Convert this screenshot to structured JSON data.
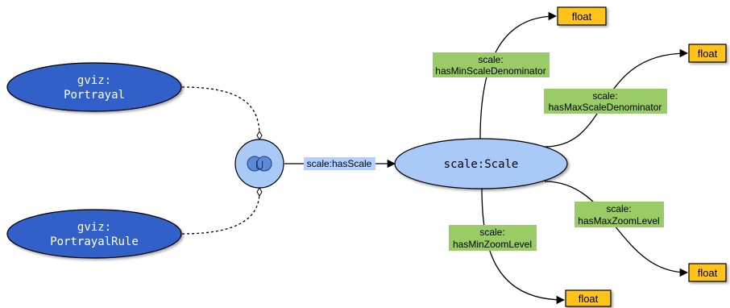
{
  "nodes": {
    "portrayal": {
      "line1": "gviz:",
      "line2": "Portrayal"
    },
    "portrayal_rule": {
      "line1": "gviz:",
      "line2": "PortrayalRule"
    },
    "union_symbol": "⋃",
    "scale": {
      "label": "scale:Scale"
    },
    "float_top": "float",
    "float_right_top": "float",
    "float_right_bottom": "float",
    "float_bottom": "float"
  },
  "edges": {
    "has_scale": "scale:hasScale",
    "has_min_scale": {
      "line1": "scale:",
      "line2": "hasMinScaleDenominator"
    },
    "has_max_scale": {
      "line1": "scale:",
      "line2": "hasMaxScaleDenominator"
    },
    "has_max_zoom": {
      "line1": "scale:",
      "line2": "hasMaxZoomLevel"
    },
    "has_min_zoom": {
      "line1": "scale:",
      "line2": "hasMinZoomLevel"
    }
  },
  "colors": {
    "class_fill": "#3061c9",
    "scale_fill": "#a9c9f7",
    "datatype_fill": "#ffc31f",
    "property_label_fill": "#99cc66",
    "link_label_fill": "#b3d1ff"
  }
}
